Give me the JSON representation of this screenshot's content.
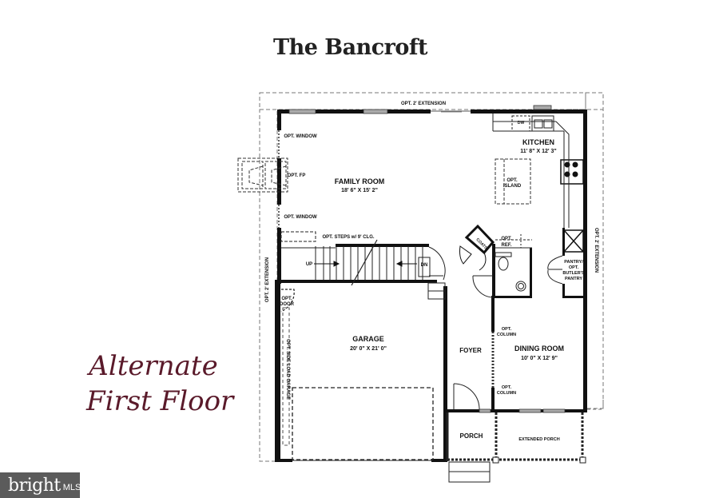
{
  "title": "The Bancroft",
  "subtitle": {
    "line1": "Alternate",
    "line2": "First Floor"
  },
  "colors": {
    "wall": "#111111",
    "subtitle": "#5a1a2a",
    "watermark_bg": "#5b5b5b",
    "window": "#888888"
  },
  "rooms": {
    "family_room": {
      "name": "FAMILY ROOM",
      "dims": "18' 6\" X 15' 2\""
    },
    "kitchen": {
      "name": "KITCHEN",
      "dims": "11' 8\" X 12' 3\""
    },
    "garage": {
      "name": "GARAGE",
      "dims": "20' 0\" X 21' 0\""
    },
    "dining_room": {
      "name": "DINING ROOM",
      "dims": "10' 0\" X 12' 9\""
    },
    "foyer": {
      "name": "FOYER"
    },
    "porch": {
      "name": "PORCH"
    },
    "extended_porch": {
      "name": "EXTENDED PORCH"
    },
    "pantry": {
      "name": "PANTRY/ OPT. BUTLER'S PANTRY",
      "lines": [
        "PANTRY/",
        "OPT.",
        "BUTLER'S",
        "PANTRY"
      ]
    }
  },
  "annotations": {
    "top_extension": "OPT. 2' EXTENSION",
    "right_extension": "OPT. 2' EXTENSION",
    "left_extension": "OPT. 2' EXTENSION",
    "opt_window_upper": "OPT. WINDOW",
    "opt_window_lower": "OPT. WINDOW",
    "opt_fp": "OPT. FP",
    "opt_island": [
      "OPT.",
      "ISLAND"
    ],
    "dw": "DW",
    "opt_steps": "OPT. STEPS w/ 9' CLG.",
    "up": "UP",
    "dn": "DN",
    "coats": "COATS",
    "opt_ref": [
      "OPT.",
      "REF."
    ],
    "opt_door": [
      "OPT.",
      "DOOR"
    ],
    "opt_side_load_garage": "OPT. SIDE LOAD GARAGE",
    "opt_column_upper": [
      "OPT.",
      "COLUMN"
    ],
    "opt_column_lower": [
      "OPT.",
      "COLUMN"
    ]
  },
  "watermark": {
    "brand": "bright",
    "suffix": "MLS"
  }
}
